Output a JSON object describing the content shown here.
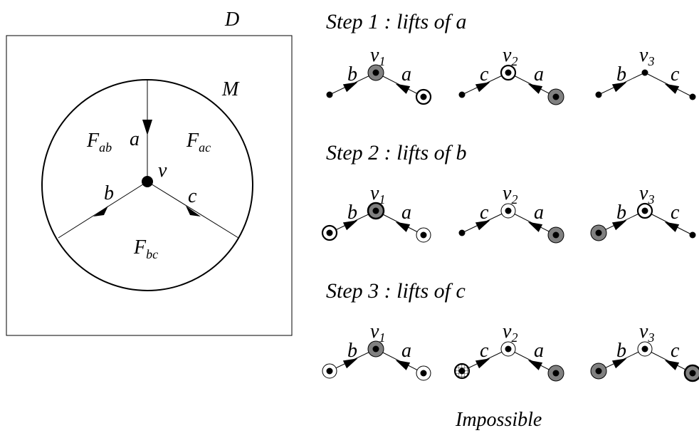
{
  "left": {
    "outer_label": "D",
    "circle_label": "M",
    "vertex_label": "v",
    "edges": {
      "a": "a",
      "b": "b",
      "c": "c"
    },
    "faces": [
      {
        "main": "F",
        "sub": "ab"
      },
      {
        "main": "F",
        "sub": "ac"
      },
      {
        "main": "F",
        "sub": "bc"
      }
    ]
  },
  "colors": {
    "stroke": "#000000",
    "gray": "#808080",
    "white": "#ffffff"
  },
  "steps": [
    {
      "title": "Step 1 : lifts of a",
      "items": [
        {
          "v": "v",
          "sub": "1",
          "left": "b",
          "right": "a",
          "center": "gray",
          "leftEnd": "dot",
          "rightEnd": "circled"
        },
        {
          "v": "v",
          "sub": "2",
          "left": "c",
          "right": "a",
          "center": "circled",
          "leftEnd": "dot",
          "rightEnd": "gray"
        },
        {
          "v": "v",
          "sub": "3",
          "left": "b",
          "right": "c",
          "center": "plain",
          "leftEnd": "dot",
          "rightEnd": "dot"
        }
      ]
    },
    {
      "title": "Step 2 : lifts of b",
      "items": [
        {
          "v": "v",
          "sub": "1",
          "left": "b",
          "right": "a",
          "center": "gray-thick",
          "leftEnd": "circled",
          "rightEnd": "white"
        },
        {
          "v": "v",
          "sub": "2",
          "left": "c",
          "right": "a",
          "center": "white",
          "leftEnd": "dot",
          "rightEnd": "gray"
        },
        {
          "v": "v",
          "sub": "3",
          "left": "b",
          "right": "c",
          "center": "circled",
          "leftEnd": "gray",
          "rightEnd": "dot"
        }
      ]
    },
    {
      "title": "Step 3 : lifts of c",
      "items": [
        {
          "v": "v",
          "sub": "1",
          "left": "b",
          "right": "a",
          "center": "gray",
          "leftEnd": "white",
          "rightEnd": "white"
        },
        {
          "v": "v",
          "sub": "2",
          "left": "c",
          "right": "a",
          "center": "white",
          "leftEnd": "grid",
          "rightEnd": "gray"
        },
        {
          "v": "v",
          "sub": "3",
          "left": "b",
          "right": "c",
          "center": "white",
          "leftEnd": "gray",
          "rightEnd": "gray-thick"
        }
      ]
    }
  ],
  "footer": "Impossible"
}
